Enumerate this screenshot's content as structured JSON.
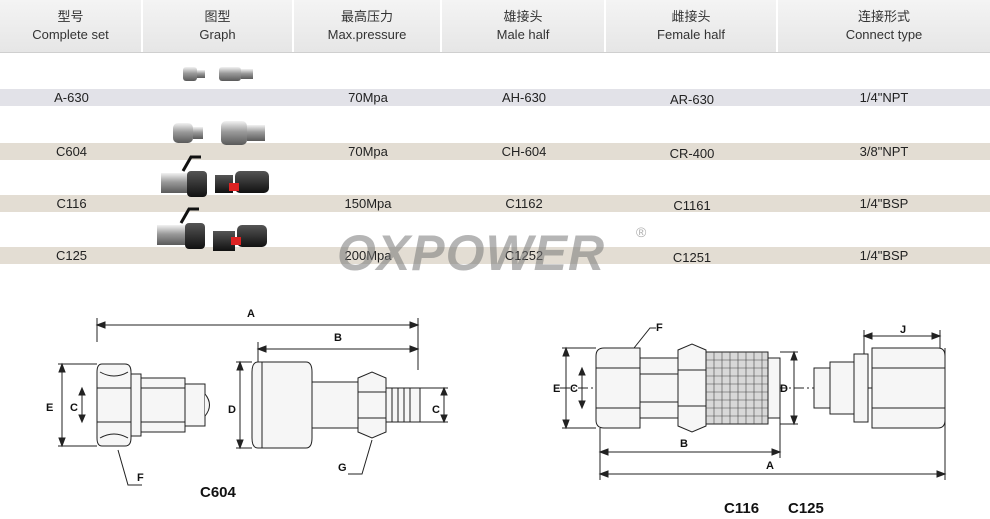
{
  "header": {
    "col_model": {
      "cn": "型号",
      "en": "Complete set"
    },
    "col_graph": {
      "cn": "图型",
      "en": "Graph"
    },
    "col_pressure": {
      "cn": "最高压力",
      "en": "Max.pressure"
    },
    "col_male": {
      "cn": "雄接头",
      "en": "Male half"
    },
    "col_female": {
      "cn": "雌接头",
      "en": "Female half"
    },
    "col_connect": {
      "cn": "连接形式",
      "en": "Connect type"
    }
  },
  "rows": [
    {
      "model": "A-630",
      "pressure": "70Mpa",
      "male": "AH-630",
      "female": "AR-630",
      "connect": "1/4\"NPT"
    },
    {
      "model": "C604",
      "pressure": "70Mpa",
      "male": "CH-604",
      "female": "CR-400",
      "connect": "3/8\"NPT"
    },
    {
      "model": "C116",
      "pressure": "150Mpa",
      "male": "C1162",
      "female": "C1161",
      "connect": "1/4\"BSP"
    },
    {
      "model": "C125",
      "pressure": "200Mpa",
      "male": "C1252",
      "female": "C1251",
      "connect": "1/4\"BSP"
    }
  ],
  "watermark": {
    "text": "OXPOWER",
    "mark": "®"
  },
  "drawings": {
    "left_caption": "C604",
    "right_caption_1": "C116",
    "right_caption_2": "C125",
    "dim_labels": {
      "a": "A",
      "b": "B",
      "c": "C",
      "d": "D",
      "e": "E",
      "f": "F",
      "g": "G",
      "j": "J"
    }
  },
  "colors": {
    "row_band": "#e2e2e6",
    "header_bg": "#ececec",
    "line": "#222222"
  }
}
